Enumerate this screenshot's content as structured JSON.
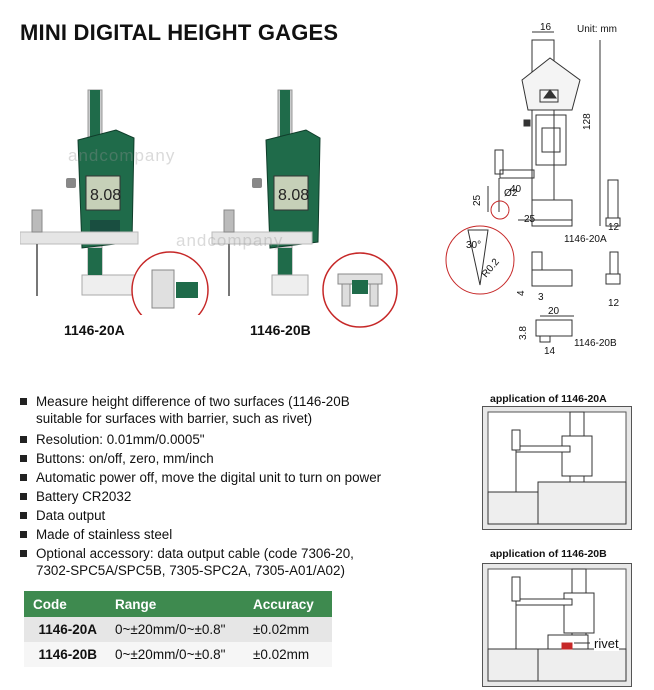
{
  "title": "MINI DIGITAL HEIGHT GAGES",
  "unit": "Unit: mm",
  "watermark": "andcompany",
  "models": [
    {
      "label": "1146-20A"
    },
    {
      "label": "1146-20B"
    }
  ],
  "drawing": {
    "dims_a": [
      "16",
      "128",
      "40",
      "25",
      "25",
      "12",
      "Ø2",
      "30°",
      "R0.2",
      "1146-20A"
    ],
    "dims_b": [
      "4",
      "3",
      "12",
      "20",
      "3.8",
      "14",
      "1146-20B"
    ]
  },
  "features": [
    {
      "lines": [
        "Measure height difference of two surfaces (1146-20B",
        "suitable for surfaces with barrier, such as rivet)"
      ]
    },
    {
      "lines": [
        "Resolution: 0.01mm/0.0005\""
      ]
    },
    {
      "lines": [
        "Buttons: on/off, zero, mm/inch"
      ]
    },
    {
      "lines": [
        "Automatic power off, move the digital unit to turn on power"
      ]
    },
    {
      "lines": [
        "Battery CR2032"
      ]
    },
    {
      "lines": [
        "Data output"
      ]
    },
    {
      "lines": [
        "Made of stainless steel"
      ]
    },
    {
      "lines": [
        "Optional accessory: data output cable (code 7306-20,",
        "7302-SPC5A/SPC5B, 7305-SPC2A, 7305-A01/A02)"
      ]
    }
  ],
  "applications": [
    {
      "caption": "application of 1146-20A"
    },
    {
      "caption": "application of 1146-20B",
      "callout": "rivet"
    }
  ],
  "table": {
    "headers": [
      "Code",
      "Range",
      "Accuracy"
    ],
    "rows": [
      [
        "1146-20A",
        "0~±20mm/0~±0.8\"",
        "±0.02mm"
      ],
      [
        "1146-20B",
        "0~±20mm/0~±0.8\"",
        "±0.02mm"
      ]
    ]
  },
  "colors": {
    "accent": "#3e8a4f",
    "body_green": "#1f6b4a"
  }
}
